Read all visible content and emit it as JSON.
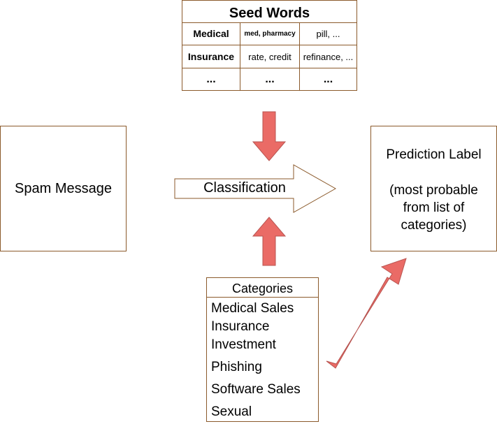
{
  "seed_words": {
    "title": "Seed Words",
    "rows": [
      {
        "category": "Medical",
        "words1": "med, pharmacy",
        "words2": "pill, ..."
      },
      {
        "category": "Insurance",
        "words1": "rate, credit",
        "words2": "refinance, ..."
      },
      {
        "category": "...",
        "words1": "...",
        "words2": "..."
      }
    ]
  },
  "spam_message": "Spam Message",
  "classification": "Classification",
  "prediction": {
    "title": "Prediction Label",
    "detail": "(most probable\nfrom list of\ncategories)"
  },
  "categories": {
    "title": "Categories",
    "items": [
      "Medical Sales",
      "Insurance",
      "Investment",
      "Phishing",
      "Software Sales",
      "Sexual"
    ]
  },
  "colors": {
    "border": "#8b5a2b",
    "arrow_fill": "#ea6b66",
    "arrow_stroke": "#b85450"
  }
}
